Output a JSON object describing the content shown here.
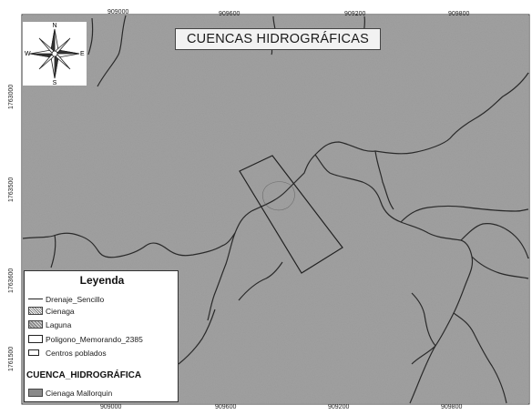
{
  "map": {
    "title": "CUENCAS HIDROGRÁFICAS",
    "compass_labels": {
      "north": "N",
      "south": "S",
      "east": "E",
      "west": "W"
    },
    "x_ticks": [
      "909000",
      "909600",
      "909200",
      "909800"
    ],
    "x_ticks_bottom": [
      "909000",
      "909600",
      "909200",
      "909800"
    ],
    "y_ticks": [
      "1763000",
      "1763500",
      "1763600",
      "1761500"
    ],
    "colors": {
      "basin_fill": "#9a9a9a",
      "drainage": "#2a2a2a",
      "polygon": "#222222"
    }
  },
  "legend": {
    "title": "Leyenda",
    "items": [
      {
        "label": "Drenaje_Sencillo",
        "symbol": "line"
      },
      {
        "label": "Cienaga",
        "symbol": "hatch"
      },
      {
        "label": "Laguna",
        "symbol": "hatch2"
      },
      {
        "label": "Poligono_Memorando_2385",
        "symbol": "box"
      },
      {
        "label": "Centros poblados",
        "symbol": "box-small"
      }
    ],
    "subtitle": "CUENCA_HIDROGRÁFICA",
    "basin_item": {
      "label": "Cienaga Mallorquin",
      "symbol": "fill"
    }
  }
}
